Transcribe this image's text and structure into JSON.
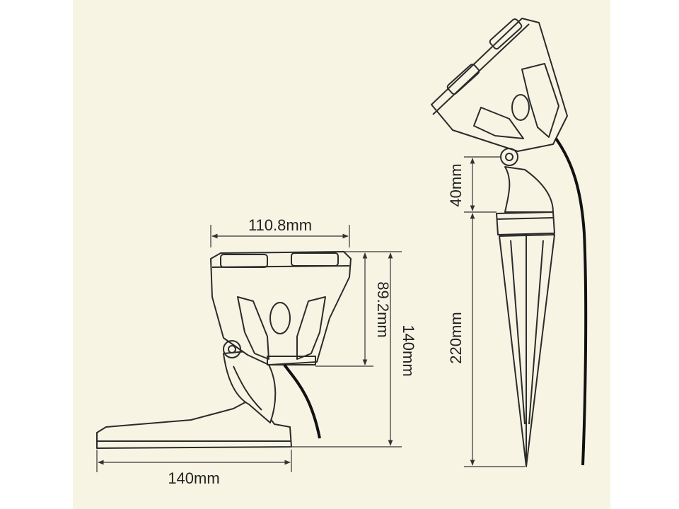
{
  "colors": {
    "paper": "#f7f4e3",
    "outline": "#2b2b2b",
    "cable": "#111111",
    "dimension": "#333333"
  },
  "left_view": {
    "head_width": "110.8mm",
    "head_height": "89.2mm",
    "total_height": "140mm",
    "base_width": "140mm"
  },
  "right_view": {
    "knuckle_height": "40mm",
    "stake_length": "220mm"
  }
}
